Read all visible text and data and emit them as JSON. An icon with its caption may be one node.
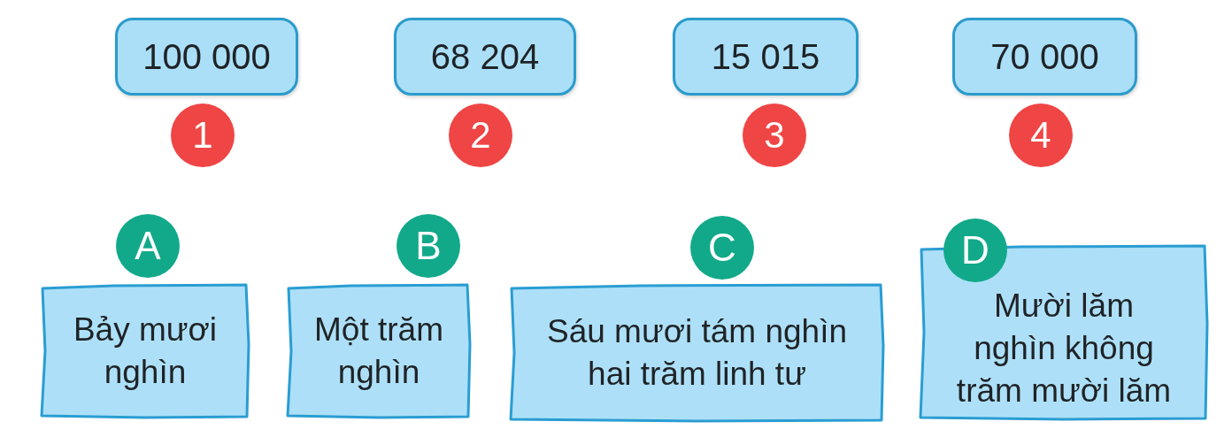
{
  "diagram": {
    "nodes": [
      {
        "text": [
          "100 000"
        ]
      },
      {
        "text": [
          "68 204"
        ]
      },
      {
        "text": [
          "15 015"
        ]
      },
      {
        "text": [
          "70 000"
        ]
      },
      {
        "text": [
          "1"
        ]
      },
      {
        "text": [
          "2"
        ]
      },
      {
        "text": [
          "3"
        ]
      },
      {
        "text": [
          "4"
        ]
      },
      {
        "text": [
          "A"
        ]
      },
      {
        "text": [
          "B"
        ]
      },
      {
        "text": [
          "C"
        ]
      },
      {
        "text": [
          "D"
        ]
      },
      {
        "text": [
          "Bảy mươi nghìn"
        ]
      },
      {
        "text": [
          "Một trăm nghìn"
        ]
      },
      {
        "text": [
          "Sáu mươi tám nghìn hai trăm linh tư"
        ]
      },
      {
        "text": [
          "Mười lăm nghìn không trăm mười lăm"
        ]
      }
    ]
  }
}
